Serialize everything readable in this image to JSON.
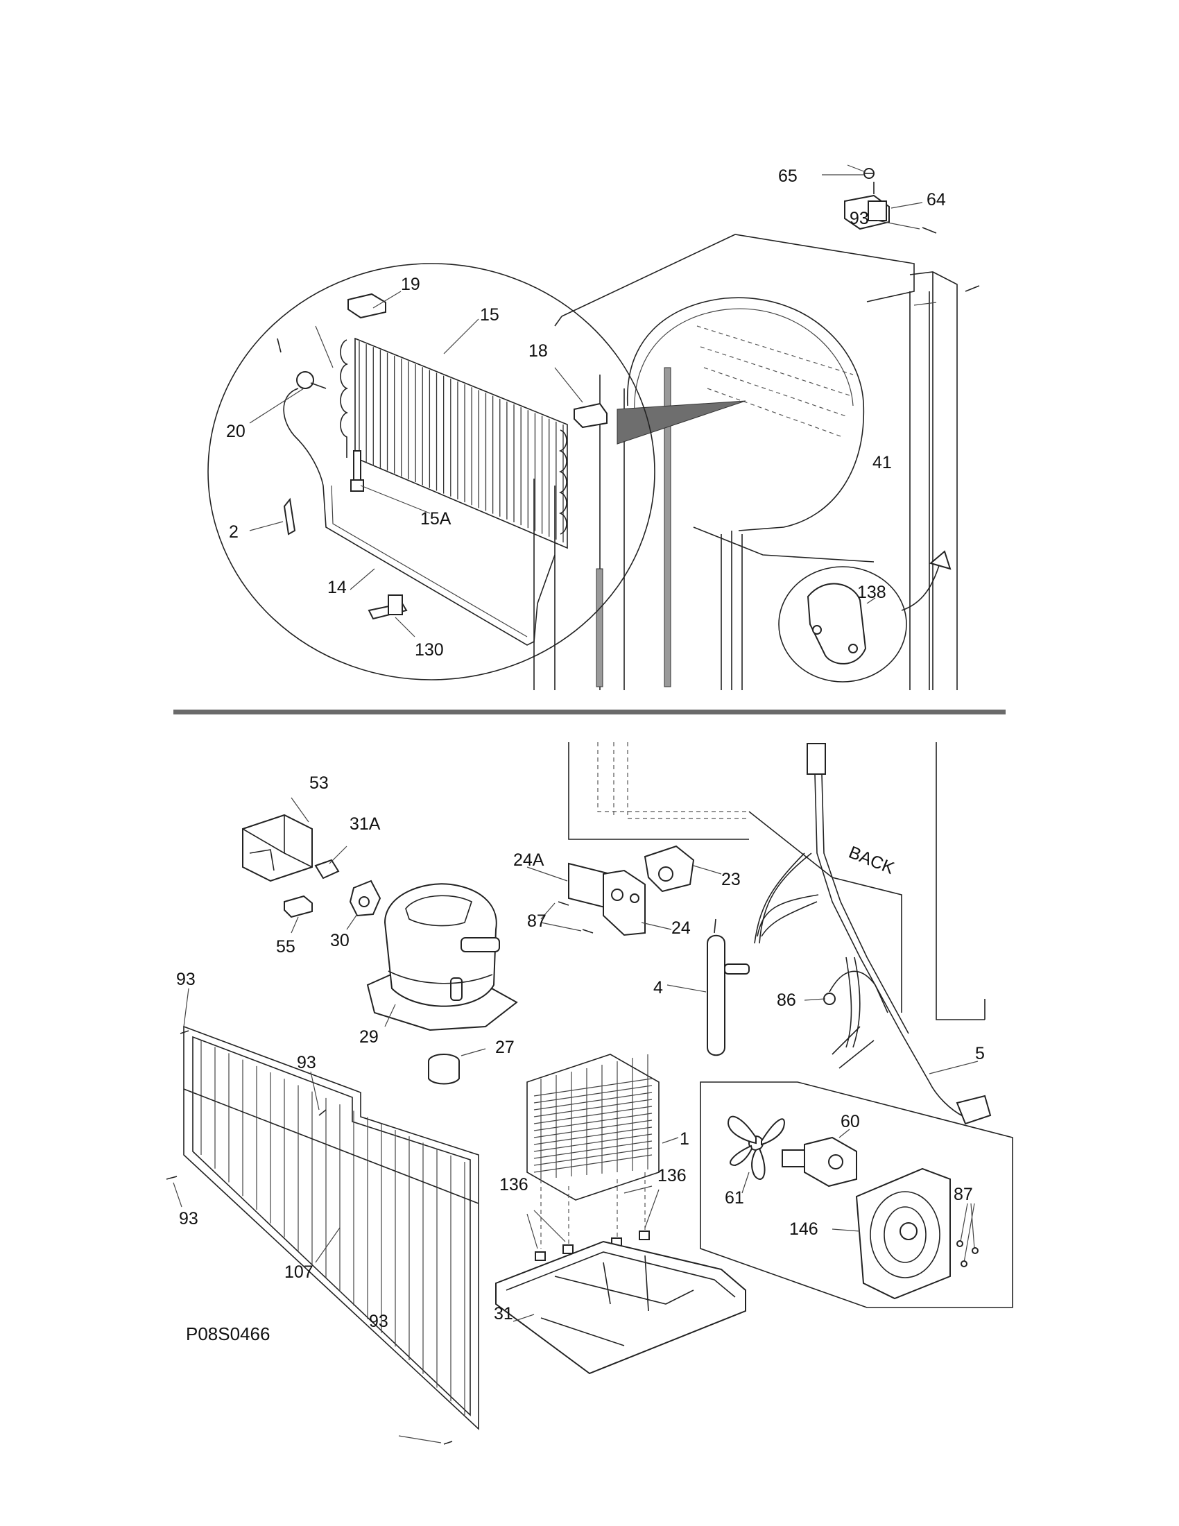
{
  "document": {
    "drawing_number": "P08S0466",
    "back_label": "BACK"
  },
  "callouts": {
    "c65": "65",
    "c64": "64",
    "c93_top": "93",
    "c19": "19",
    "c15": "15",
    "c18": "18",
    "c20": "20",
    "c15A": "15A",
    "c2": "2",
    "c14": "14",
    "c130": "130",
    "c41": "41",
    "c138": "138",
    "c53": "53",
    "c31A": "31A",
    "c55": "55",
    "c30": "30",
    "c29": "29",
    "c27": "27",
    "c24A": "24A",
    "c23": "23",
    "c87_bracket": "87",
    "c24": "24",
    "c4": "4",
    "c86": "86",
    "c5": "5",
    "c93_grille_top": "93",
    "c93_grille_mid": "93",
    "c93_grille_left": "93",
    "c93_grille_bottom": "93",
    "c107": "107",
    "c1": "1",
    "c136_left": "136",
    "c136_right": "136",
    "c31": "31",
    "c60": "60",
    "c61": "61",
    "c146": "146",
    "c87_fan": "87"
  },
  "colors": {
    "line": "#222222",
    "shade": "#9a9a9a",
    "background": "#ffffff"
  }
}
